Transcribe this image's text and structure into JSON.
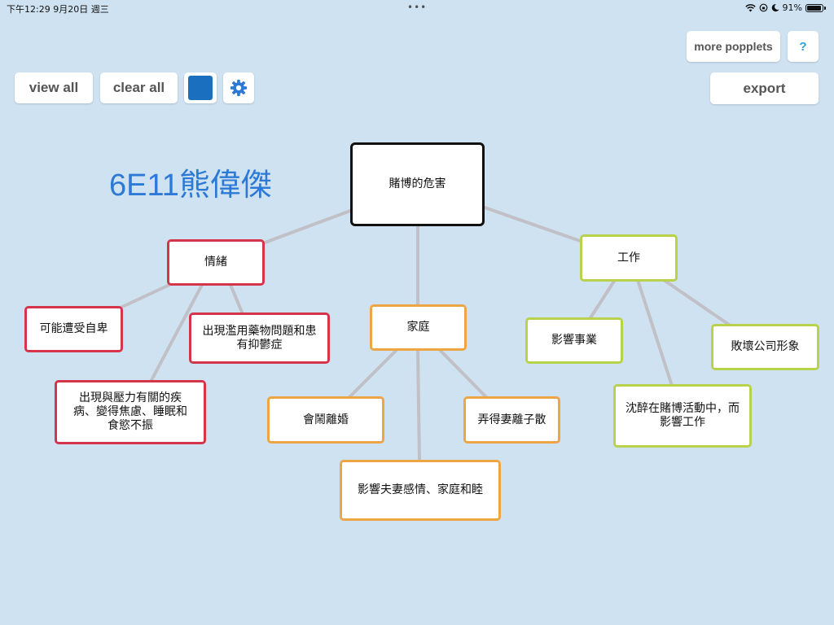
{
  "status_bar": {
    "time_date": "下午12:29   9月20日 週三",
    "dots": "•••",
    "battery_text": "91%"
  },
  "toolbar": {
    "view_all": "view all",
    "clear_all": "clear all",
    "swatch_color": "#1a6fbf",
    "more_popplets": "more popplets",
    "help": "?",
    "export": "export"
  },
  "title": "6E11熊偉傑",
  "colors": {
    "background": "#cfe2f1",
    "red": "#d5354a",
    "orange": "#eea544",
    "green": "#b9d24b",
    "root": "#111111",
    "title": "#2d7ad6",
    "link": "#c0c0c6",
    "gear": "#2d7ad6"
  },
  "nodes": {
    "root": "賭博的危害",
    "emotion": "情緒",
    "emotion_inferior": "可能遭受自卑",
    "emotion_drugs": "出現濫用藥物問題和患有抑鬱症",
    "emotion_stress": "出現與壓力有關的疾病、變得焦慮、睡眠和食慾不振",
    "family": "家庭",
    "family_divorce": "會鬧離婚",
    "family_break": "弄得妻離子散",
    "family_relation": "影響夫妻感情、家庭和睦",
    "work": "工作",
    "work_career": "影響事業",
    "work_image": "敗壞公司形象",
    "work_addicted": "沈醉在賭博活動中，而影響工作"
  }
}
